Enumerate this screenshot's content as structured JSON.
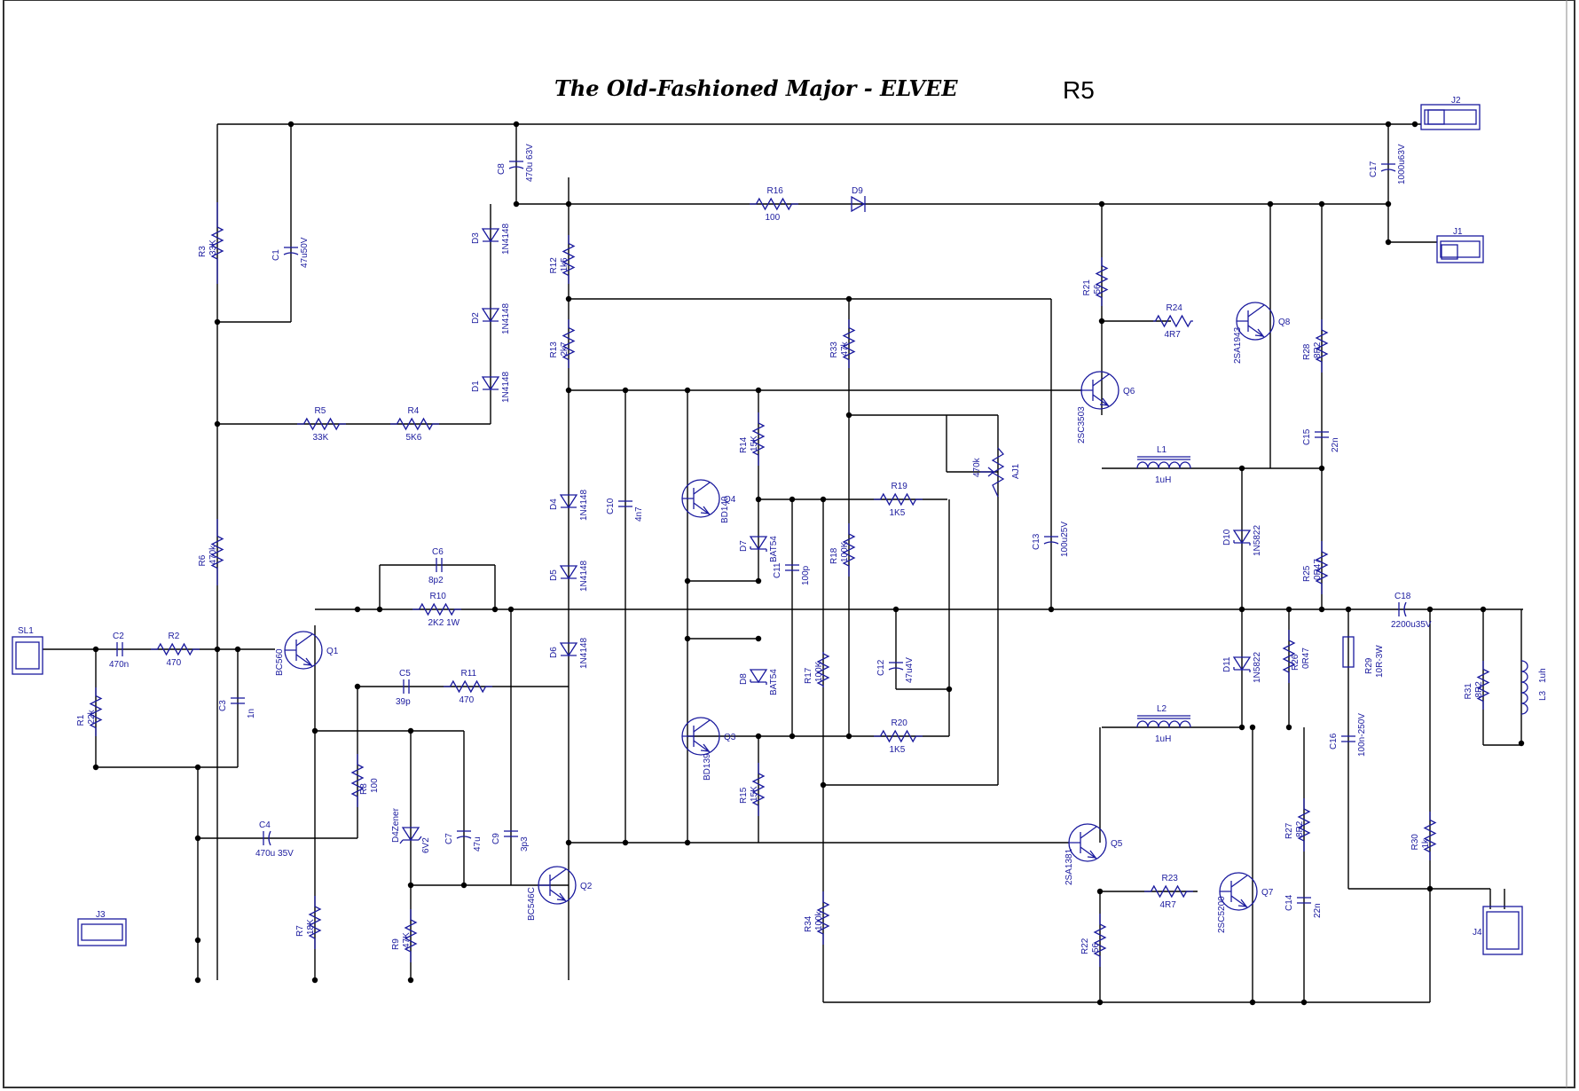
{
  "title": "The Old-Fashioned Major - ELVEE",
  "revision": "R5",
  "colors": {
    "wire": "#000000",
    "symbol": "#1a1a9e",
    "background": "#ffffff"
  },
  "labels": {
    "SL1": "SL1",
    "J1": "J1",
    "J2": "J2",
    "J3": "J3",
    "J4": "J4",
    "R1": "R1",
    "R1v": "22k",
    "R2": "R2",
    "R2v": "470",
    "R3": "R3",
    "R3v": "33K",
    "R4": "R4",
    "R4v": "5K6",
    "R5": "R5",
    "R5v": "33K",
    "R6": "R6",
    "R6v": "470k",
    "R7": "R7",
    "R7v": "18K",
    "R8": "R8",
    "R8v": "100",
    "R9": "R9",
    "R9v": "47K",
    "R10": "R10",
    "R10v": "2K2 1W",
    "R11": "R11",
    "R11v": "470",
    "R12": "R12",
    "R12v": "1k5",
    "R13": "R13",
    "R13v": "2k7",
    "R14": "R14",
    "R14v": "15K",
    "R15": "R15",
    "R15v": "15K",
    "R16": "R16",
    "R16v": "100",
    "R17": "R17",
    "R17v": "100K",
    "R18": "R18",
    "R18v": "100K",
    "R19": "R19",
    "R19v": "1K5",
    "R20": "R20",
    "R20v": "1K5",
    "R21": "R21",
    "R21v": "56",
    "R22": "R22",
    "R22v": "56",
    "R23": "R23",
    "R23v": "4R7",
    "R24": "R24",
    "R24v": "4R7",
    "R25": "R25",
    "R25v": "0R47",
    "R26": "R26",
    "R26v": "0R47",
    "R27": "R27",
    "R27v": "8R2",
    "R28": "R28",
    "R28v": "8R2",
    "R29": "R29",
    "R29v": "10R-3W",
    "R30": "R30",
    "R30v": "1k",
    "R31": "R31",
    "R31v": "8R2",
    "R33": "R33",
    "R33v": "47k",
    "R34": "R34",
    "R34v": "100k",
    "AJ1": "AJ1",
    "AJ1v": "470k",
    "C1": "C1",
    "C1v": "47u50V",
    "C2": "C2",
    "C2v": "470n",
    "C3": "C3",
    "C3v": "1n",
    "C4": "C4",
    "C4v": "470u 35V",
    "C5": "C5",
    "C5v": "39p",
    "C6": "C6",
    "C6v": "8p2",
    "C7": "C7",
    "C7v": "47u",
    "C8": "C8",
    "C8v": "470u 63V",
    "C9": "C9",
    "C9v": "3p3",
    "C10": "C10",
    "C10v": "4n7",
    "C11": "C11",
    "C11v": "100p",
    "C12": "C12",
    "C12v": "47u4V",
    "C13": "C13",
    "C13v": "100u25V",
    "C14": "C14",
    "C14v": "22n",
    "C15": "C15",
    "C15v": "22n",
    "C16": "C16",
    "C16v": "100n-250V",
    "C17": "C17",
    "C17v": "1000u63V",
    "C18": "C18",
    "C18v": "2200u35V",
    "D1": "D1",
    "D2": "D2",
    "D3": "D3",
    "D4": "D4",
    "D5": "D5",
    "D6": "D6",
    "diodeV": "1N4148",
    "D7": "D7",
    "D8": "D8",
    "schottkyV": "BAT54",
    "D9": "D9",
    "D10": "D10",
    "D11": "D11",
    "powerDV": "1N5822",
    "D4Z": "D4Zener",
    "D4Zv": "6V2",
    "L1": "L1",
    "L1v": "1uH",
    "L2": "L2",
    "L2v": "1uH",
    "L3": "L3",
    "L3v": "1uh",
    "Q1": "Q1",
    "Q1v": "BC560",
    "Q2": "Q2",
    "Q2v": "BC546C",
    "Q3": "Q3",
    "Q3v": "BD139",
    "Q4": "Q4",
    "Q4v": "BD140",
    "Q5": "Q5",
    "Q5v": "2SA1381",
    "Q6": "Q6",
    "Q6v": "2SC3503",
    "Q7": "Q7",
    "Q7v": "2SC5200",
    "Q8": "Q8",
    "Q8v": "2SA1943"
  }
}
